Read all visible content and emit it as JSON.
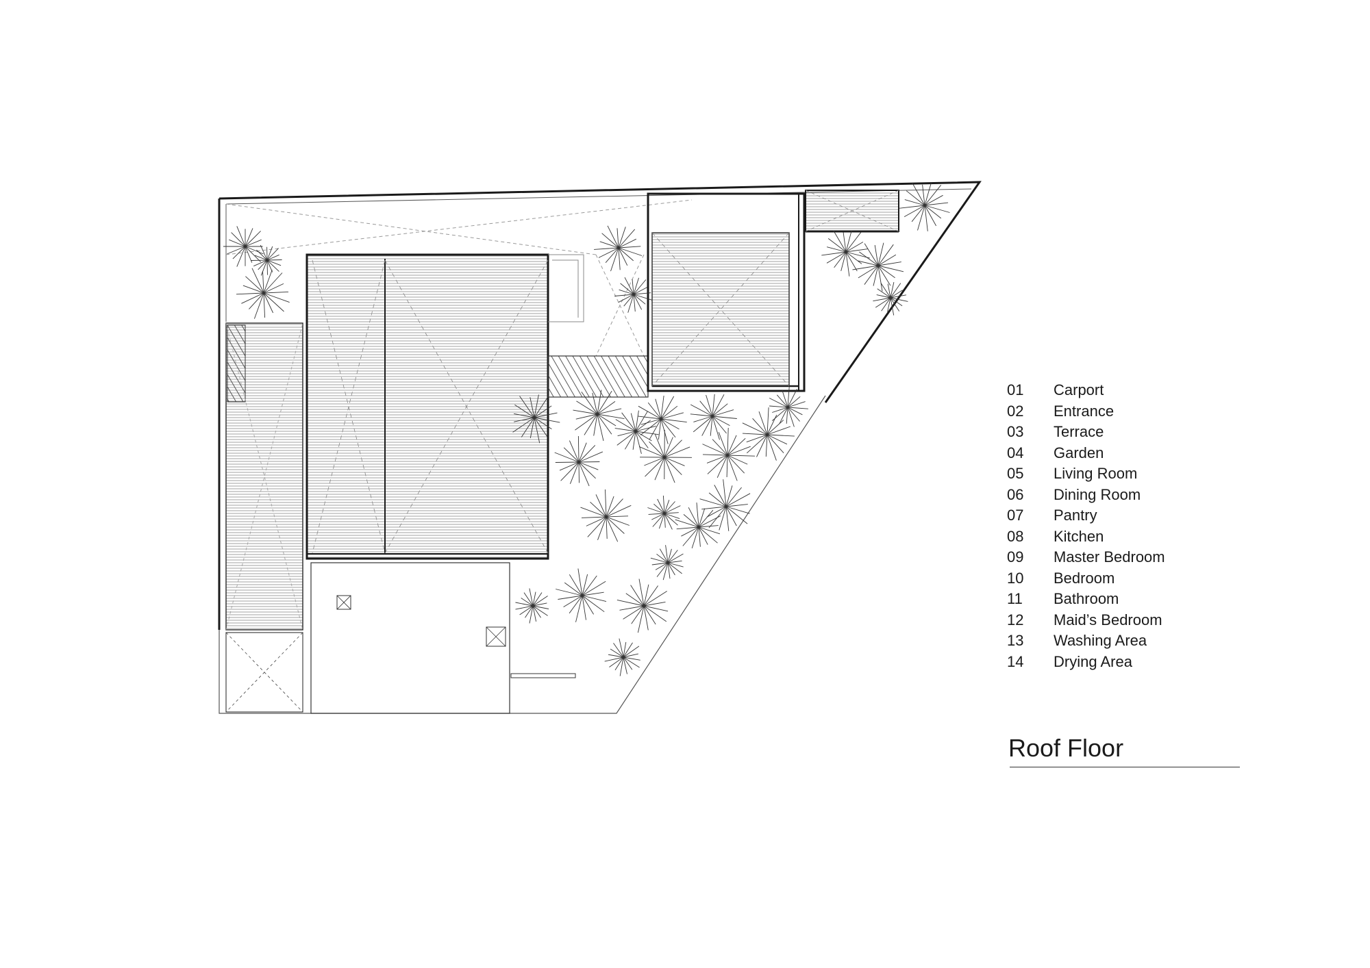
{
  "drawing": {
    "title": "Roof Floor",
    "legend": [
      {
        "num": "01",
        "label": "Carport"
      },
      {
        "num": "02",
        "label": "Entrance"
      },
      {
        "num": "03",
        "label": "Terrace"
      },
      {
        "num": "04",
        "label": "Garden"
      },
      {
        "num": "05",
        "label": "Living Room"
      },
      {
        "num": "06",
        "label": "Dining Room"
      },
      {
        "num": "07",
        "label": "Pantry"
      },
      {
        "num": "08",
        "label": "Kitchen"
      },
      {
        "num": "09",
        "label": "Master Bedroom"
      },
      {
        "num": "10",
        "label": "Bedroom"
      },
      {
        "num": "11",
        "label": "Bathroom"
      },
      {
        "num": "12",
        "label": "Maid’s Bedroom"
      },
      {
        "num": "13",
        "label": "Washing Area"
      },
      {
        "num": "14",
        "label": "Drying Area"
      }
    ]
  }
}
